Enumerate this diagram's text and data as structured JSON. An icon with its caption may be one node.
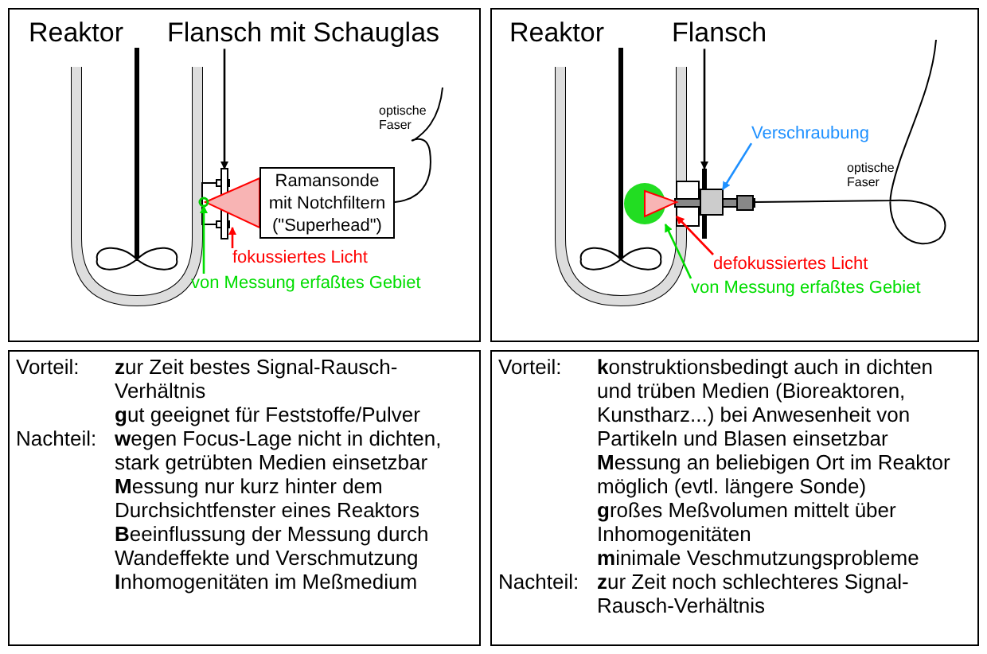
{
  "diagram": {
    "nodes": [
      {
        "text": [
          "Flansch mit Schauglas"
        ]
      },
      {
        "text": [
          "Ramansonde mit Notchfiltern (\"Superhead\")"
        ]
      },
      {
        "text": [
          "fokussiertes Licht"
        ]
      },
      {
        "text": [
          "von Messung erfaßtes Gebiet"
        ]
      },
      {
        "text": [
          "Flansch"
        ]
      },
      {
        "text": [
          "Verschraubung"
        ]
      },
      {
        "text": [
          "defokussiertes Licht"
        ]
      },
      {
        "text": [
          "von Messung erfaßtes Gebiet"
        ]
      },
      {
        "text": [
          "Vorteil:",
          "**z**ur Zeit bestes Signal-Rausch-Verhältnis",
          "**g**ut geeignet für Feststoffe/Pulver",
          "Nachteil:",
          "**w**egen Focus-Lage nicht in dichten, stark getrübten Medien einsetzbar",
          "**M**essung nur kurz hinter dem Durchsichtfenster eines Reaktors",
          "**B**eeinflussung der Messung durch Wandeffekte und Verschmutzung",
          "**I**nhomogenitäten im Meßmedium"
        ]
      },
      {
        "text": [
          "Vorteil:",
          "**k**onstruktionsbedingt auch in dichten und trüben Medien (Bioreaktoren, Kunstharz...) bei Anwesenheit von Partikeln und Blasen einsetzbar",
          "**M**essung an beliebigen Ort im Reaktor möglich (evtl. längere Sonde)",
          "**g**roßes Meßvolumen mittelt über Inhomogenitäten",
          "**m**inimale Veschmutzungsprobleme",
          "Nachteil:",
          "**z**ur Zeit noch schlechteres Signal-Rausch-Verhältnis"
        ]
      },
      {
        "text": [],
        "shape": "box"
      },
      {
        "text": [],
        "shape": "triangle"
      },
      {
        "text": [],
        "shape": "circle"
      },
      {
        "text": [],
        "shape": "box"
      },
      {
        "text": [],
        "shape": "box"
      },
      {
        "text": [],
        "shape": "triangle"
      },
      {
        "text": [],
        "shape": "circle"
      }
    ],
    "edges": [
      {
        "from": 0,
        "to": 10,
        "arrow": "to"
      },
      {
        "from": 2,
        "to": 11,
        "arrow": "to",
        "color": "#ff0000"
      },
      {
        "from": 3,
        "to": 12,
        "arrow": "to",
        "color": "#00dd00"
      },
      {
        "from": 4,
        "to": 13,
        "arrow": "to"
      },
      {
        "from": 5,
        "to": 14,
        "arrow": "to",
        "color": "#1e90ff"
      },
      {
        "from": 6,
        "to": 15,
        "arrow": "to",
        "color": "#ff0000"
      },
      {
        "from": 7,
        "to": 16,
        "arrow": "to",
        "color": "#00dd00"
      }
    ],
    "labels": [
      "Reaktor",
      "optische Faser",
      "Reaktor",
      "optische Faser"
    ]
  }
}
